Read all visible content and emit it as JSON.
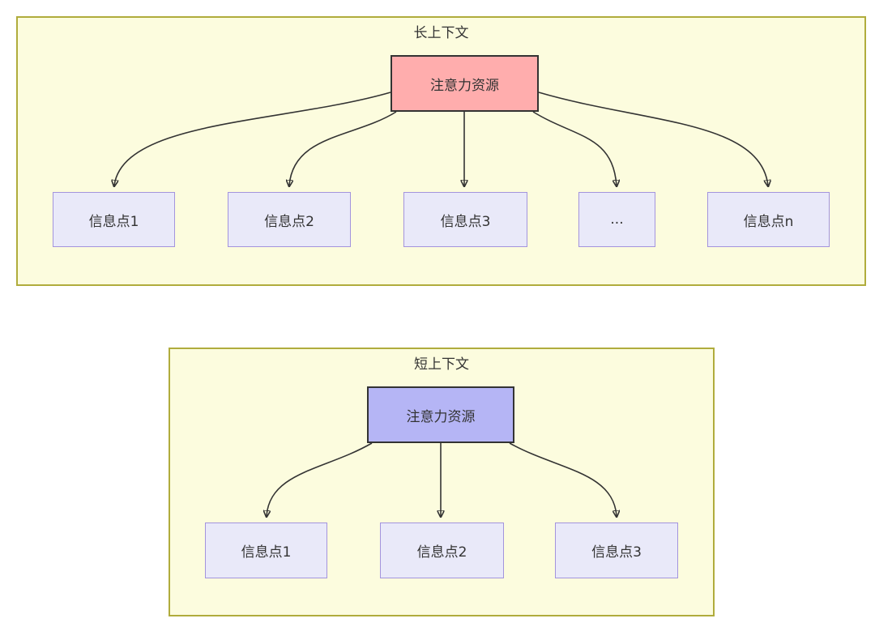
{
  "diagram": {
    "type": "attention-allocation-comparison",
    "panels": [
      {
        "id": "long-context",
        "title": "长上下文",
        "hub": {
          "label": "注意力资源",
          "fill": "#ffadad",
          "stroke": "#333333"
        },
        "children": [
          {
            "label": "信息点1"
          },
          {
            "label": "信息点2"
          },
          {
            "label": "信息点3"
          },
          {
            "label": "..."
          },
          {
            "label": "信息点n"
          }
        ]
      },
      {
        "id": "short-context",
        "title": "短上下文",
        "hub": {
          "label": "注意力资源",
          "fill": "#b5b5f5",
          "stroke": "#333333"
        },
        "children": [
          {
            "label": "信息点1"
          },
          {
            "label": "信息点2"
          },
          {
            "label": "信息点3"
          }
        ]
      }
    ],
    "colors": {
      "panel_fill": "#fcfcde",
      "panel_stroke": "#b0ac3c",
      "node_fill": "#e9e9f9",
      "node_stroke": "#a394dd",
      "hub_long_fill": "#ffadad",
      "hub_short_fill": "#b5b5f5",
      "arrow": "#333333",
      "text": "#333333"
    }
  }
}
